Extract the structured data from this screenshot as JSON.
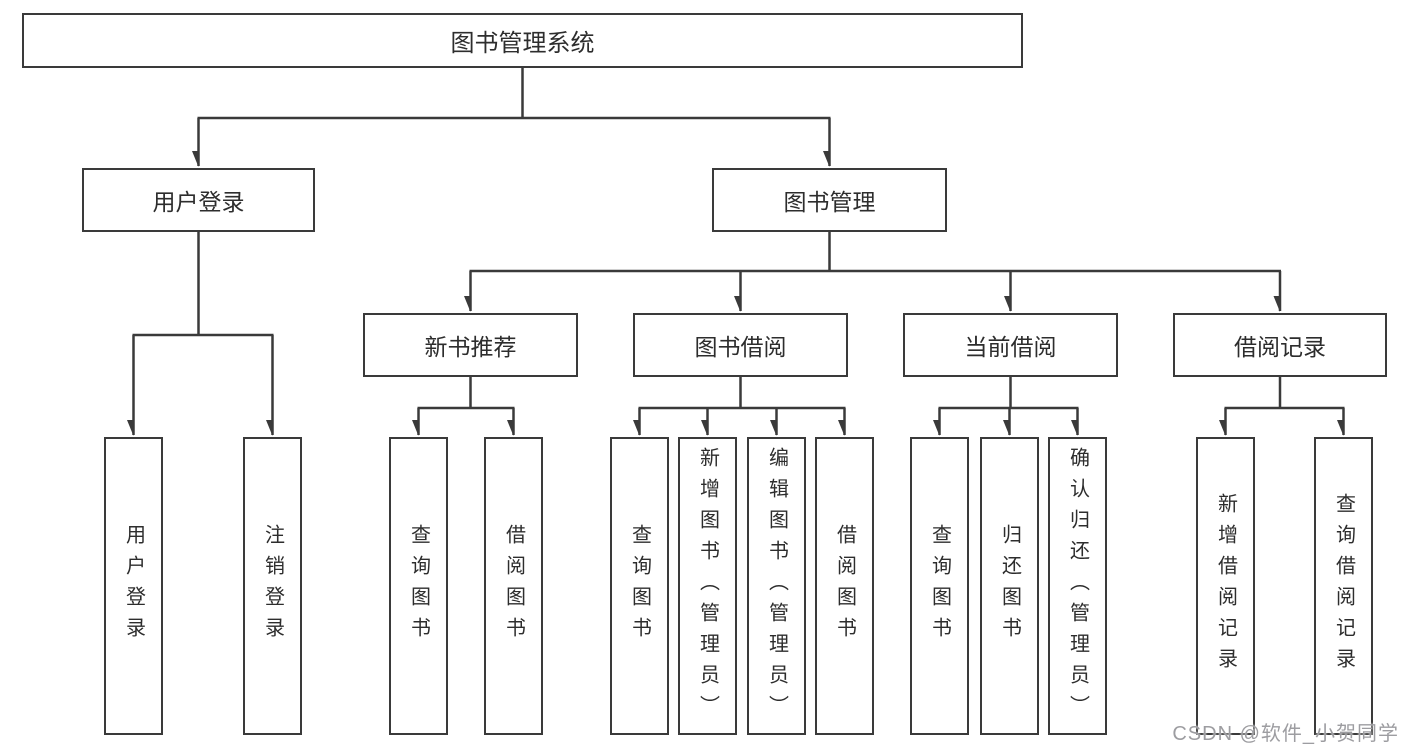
{
  "tree": {
    "root": {
      "label": "图书管理系统"
    },
    "branches": [
      {
        "label": "用户登录",
        "children": [
          {
            "label": "用户登录"
          },
          {
            "label": "注销登录"
          }
        ]
      },
      {
        "label": "图书管理",
        "groups": [
          {
            "label": "新书推荐",
            "children": [
              {
                "label": "查询图书"
              },
              {
                "label": "借阅图书"
              }
            ]
          },
          {
            "label": "图书借阅",
            "children": [
              {
                "label": "查询图书"
              },
              {
                "label": "新增图书（管理员）"
              },
              {
                "label": "编辑图书（管理员）"
              },
              {
                "label": "借阅图书"
              }
            ]
          },
          {
            "label": "当前借阅",
            "children": [
              {
                "label": "查询图书"
              },
              {
                "label": "归还图书"
              },
              {
                "label": "确认归还（管理员）"
              }
            ]
          },
          {
            "label": "借阅记录",
            "children": [
              {
                "label": "新增借阅记录"
              },
              {
                "label": "查询借阅记录"
              }
            ]
          }
        ]
      }
    ]
  },
  "watermark": {
    "text": "CSDN @软件_小贺同学"
  },
  "colors": {
    "line": "#3a3a3a",
    "text": "#2d2d2d",
    "background": "#ffffff",
    "watermark": "#9d9da1"
  }
}
